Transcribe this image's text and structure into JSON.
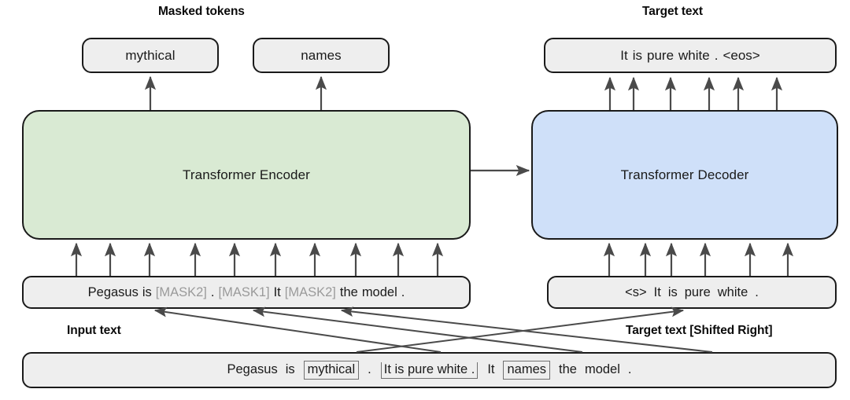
{
  "meta": {
    "title": "PEGASUS pre-training: Gap Sentence Generation and Masked Language Model",
    "colors": {
      "encoder_fill": "#d9ead3",
      "decoder_fill": "#cfe0f9",
      "box_fill": "#eeeeee",
      "stroke": "#1a1a1a",
      "mask_text": "#9a9a9a",
      "token_box_stroke": "#707070"
    }
  },
  "captions": {
    "masked_tokens": "Masked tokens",
    "target_text": "Target text",
    "input_text": "Input text",
    "target_text_shifted": "Target text  [Shifted Right]"
  },
  "blocks": {
    "encoder": "Transformer Encoder",
    "decoder": "Transformer Decoder"
  },
  "masked_tokens": [
    {
      "label": "mythical"
    },
    {
      "label": "names"
    }
  ],
  "target_text_tokens": [
    {
      "text": "It",
      "style": "plain"
    },
    {
      "text": "is",
      "style": "plain"
    },
    {
      "text": "pure",
      "style": "plain"
    },
    {
      "text": "white",
      "style": "plain"
    },
    {
      "text": ".",
      "style": "plain"
    },
    {
      "text": "<eos>",
      "style": "plain"
    }
  ],
  "input_text_tokens": [
    {
      "text": "Pegasus",
      "style": "plain"
    },
    {
      "text": "is",
      "style": "plain"
    },
    {
      "text": "[MASK2]",
      "style": "mask"
    },
    {
      "text": ".",
      "style": "plain"
    },
    {
      "text": "[MASK1]",
      "style": "mask"
    },
    {
      "text": "It",
      "style": "plain"
    },
    {
      "text": "[MASK2]",
      "style": "mask"
    },
    {
      "text": "the",
      "style": "plain"
    },
    {
      "text": "model",
      "style": "plain"
    },
    {
      "text": ".",
      "style": "plain"
    }
  ],
  "shifted_target_tokens": [
    {
      "text": "<s>",
      "style": "plain"
    },
    {
      "text": "It",
      "style": "plain"
    },
    {
      "text": "is",
      "style": "plain"
    },
    {
      "text": "pure",
      "style": "plain"
    },
    {
      "text": "white",
      "style": "plain"
    },
    {
      "text": ".",
      "style": "plain"
    }
  ],
  "source_text_tokens": [
    {
      "text": "Pegasus",
      "style": "plain"
    },
    {
      "text": "is",
      "style": "plain"
    },
    {
      "text": "mythical",
      "style": "boxed"
    },
    {
      "text": ".",
      "style": "plain"
    },
    {
      "text": "It  is  pure  white  .",
      "style": "ulgroup"
    },
    {
      "text": "It",
      "style": "plain"
    },
    {
      "text": "names",
      "style": "boxed"
    },
    {
      "text": "the",
      "style": "plain"
    },
    {
      "text": "model",
      "style": "plain"
    },
    {
      "text": ".",
      "style": "plain"
    }
  ],
  "connectors": {
    "encoder_input_arrow_count": 10,
    "encoder_output_arrow_count": 2,
    "decoder_input_arrow_count": 6,
    "decoder_output_arrow_count": 6,
    "encoder_to_decoder": 1,
    "source_to_input_diagonals": 3,
    "source_to_shifted_diagonals": 1
  }
}
